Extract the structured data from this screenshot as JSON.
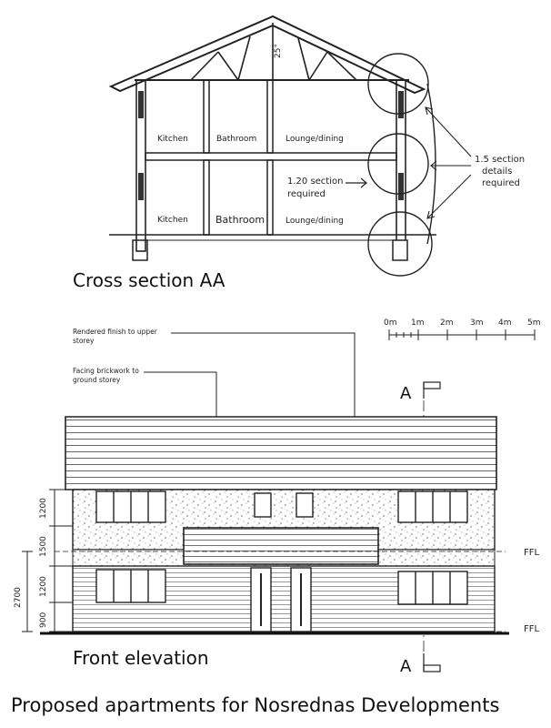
{
  "section": {
    "rooms_upper": [
      "Kitchen",
      "Bathroom",
      "Lounge/dining"
    ],
    "rooms_lower": [
      "Kitchen",
      "Bathroom",
      "Lounge/dining"
    ],
    "roof_angle": "25°",
    "note_120": [
      "1.20 section",
      "required"
    ],
    "note_15": [
      "1.5 section",
      "details",
      "required"
    ],
    "title": "Cross section AA"
  },
  "elevation": {
    "note_render": [
      "Rendered finish to upper",
      "storey"
    ],
    "note_brick": [
      "Facing brickwork to",
      "ground storey"
    ],
    "scale_labels": [
      "0m",
      "1m",
      "2m",
      "3m",
      "4m",
      "5m"
    ],
    "section_marker": "A",
    "dims": [
      "1200",
      "1500",
      "1200",
      "900",
      "2700"
    ],
    "ffl": "FFL",
    "title": "Front elevation"
  },
  "footer_title": "Proposed apartments for Nosrednas Developments"
}
